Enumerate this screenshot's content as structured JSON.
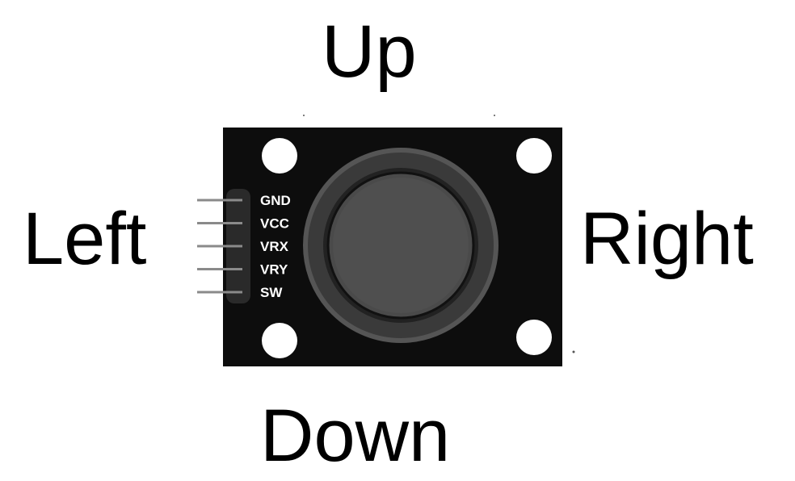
{
  "directions": {
    "up": "Up",
    "down": "Down",
    "left": "Left",
    "right": "Right"
  },
  "module": {
    "pins": [
      "GND",
      "VCC",
      "VRX",
      "VRY",
      "SW"
    ],
    "colors": {
      "board": "#0d0d0d",
      "knob": "#4a4a4a",
      "ring": "#3a3a3a",
      "hole": "#ffffff",
      "header_pin": "#8a8a8a"
    }
  }
}
